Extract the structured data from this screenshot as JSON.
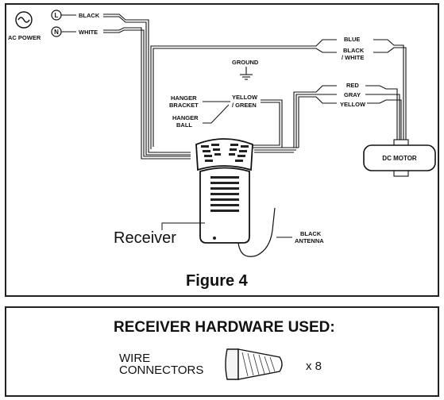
{
  "power": {
    "ac_label": "AC POWER",
    "line_symbol": "L",
    "neutral_symbol": "N",
    "black_wire": "BLACK",
    "white_wire": "WHITE"
  },
  "motor_wires": {
    "blue": "BLUE",
    "black_white_1": "BLACK",
    "black_white_2": "/ WHITE",
    "red": "RED",
    "gray": "GRAY",
    "yellow": "YELLOW"
  },
  "ground": {
    "label": "GROUND",
    "yellow_green_1": "YELLOW",
    "yellow_green_2": "/ GREEN"
  },
  "hanger": {
    "bracket_1": "HANGER",
    "bracket_2": "BRACKET",
    "ball_1": "HANGER",
    "ball_2": "BALL"
  },
  "motor_label": "DC MOTOR",
  "receiver_label": "Receiver",
  "antenna_1": "BLACK",
  "antenna_2": "ANTENNA",
  "figure_caption": "Figure 4",
  "hardware": {
    "title": "RECEIVER HARDWARE  USED:",
    "item_1": "WIRE",
    "item_2": "CONNECTORS",
    "quantity": "x 8"
  }
}
